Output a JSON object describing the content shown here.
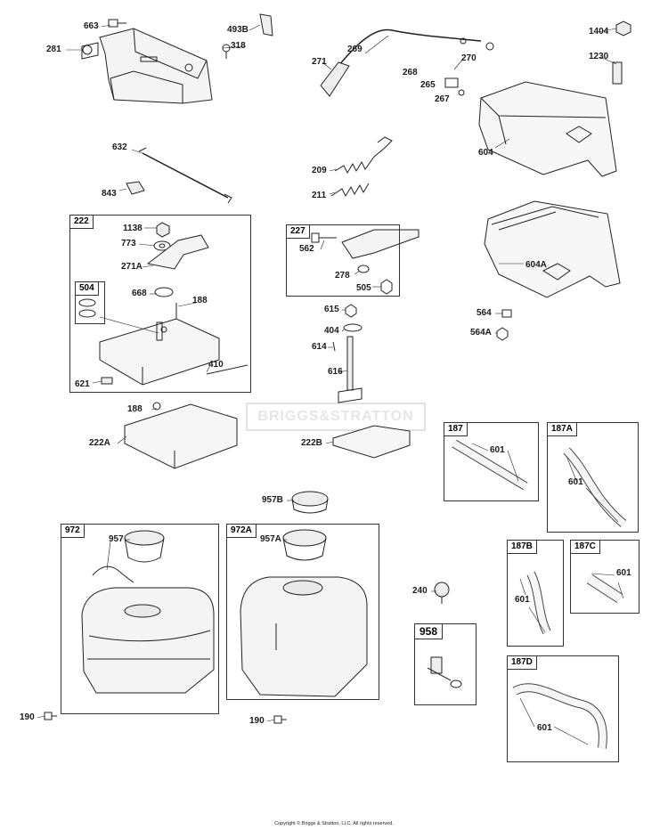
{
  "watermark": "BRIGGS&STRATTON",
  "copyright": "Copyright © Briggs & Stratton, LLC. All rights reserved.",
  "callouts": {
    "c663": "663",
    "c281": "281",
    "c493B": "493B",
    "c318": "318",
    "c269": "269",
    "c271": "271",
    "c268": "268",
    "c270": "270",
    "c265": "265",
    "c267": "267",
    "c1404": "1404",
    "c1230": "1230",
    "c604": "604",
    "c632": "632",
    "c843": "843",
    "c209": "209",
    "c211": "211",
    "c1138": "1138",
    "c773": "773",
    "c271A": "271A",
    "c668": "668",
    "c188a": "188",
    "c410": "410",
    "c621": "621",
    "c562": "562",
    "c278": "278",
    "c505": "505",
    "c604A": "604A",
    "c564": "564",
    "c564A": "564A",
    "c615": "615",
    "c404": "404",
    "c614": "614",
    "c616": "616",
    "c188b": "188",
    "c222A": "222A",
    "c222B": "222B",
    "c601_187": "601",
    "c601_187A": "601",
    "c957B": "957B",
    "c957": "957",
    "c957A": "957A",
    "c240": "240",
    "c601_187B": "601",
    "c601_187C": "601",
    "c601_187D": "601",
    "c190a": "190",
    "c190b": "190"
  },
  "boxes": {
    "b222": "222",
    "b504": "504",
    "b227": "227",
    "b187": "187",
    "b187A": "187A",
    "b187B": "187B",
    "b187C": "187C",
    "b187D": "187D",
    "b972": "972",
    "b972A": "972A",
    "b958": "958"
  }
}
